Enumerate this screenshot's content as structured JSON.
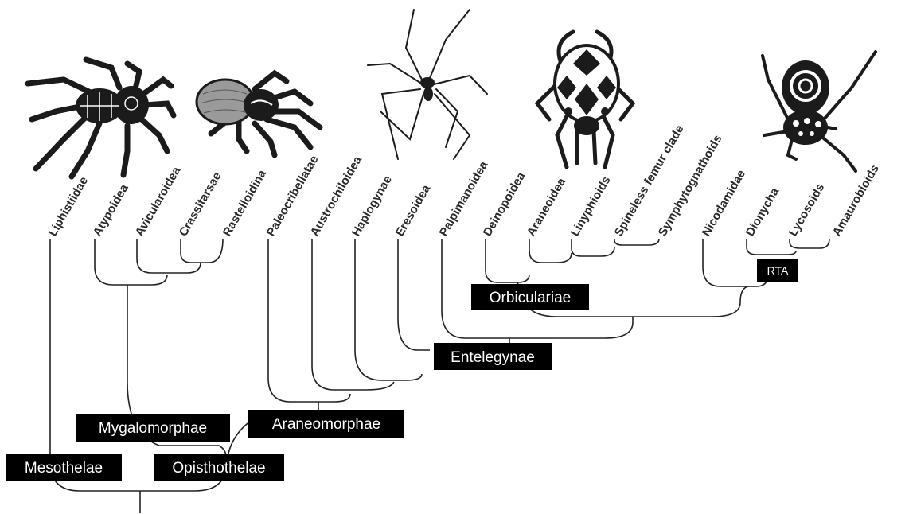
{
  "taxa": [
    "Liphistiidae",
    "Atypoidea",
    "Avicularoidea",
    "Crassitarsae",
    "Rastelloidina",
    "Paleocribellatae",
    "Austrochiloidea",
    "Haplogynae",
    "Eresoidea",
    "Palpimanoidea",
    "Deinopoidea",
    "Araneoidea",
    "Linyphioids",
    "Spineless femur clade",
    "Symphytognathoids",
    "Nicodamidae",
    "Dionycha",
    "Lycosoids",
    "Amaurobioids"
  ],
  "clades": {
    "mesothelae": "Mesothelae",
    "opisthothelae": "Opisthothelae",
    "mygalomorphae": "Mygalomorphae",
    "araneomorphae": "Araneomorphae",
    "entelegynae": "Entelegynae",
    "orbiculariae": "Orbiculariae",
    "rta": "RTA"
  },
  "illustrations": [
    "spider-liphistiid-icon",
    "spider-mygalomorph-icon",
    "spider-haplogyne-icon",
    "spider-orbweaver-icon",
    "spider-jumping-icon"
  ],
  "colors": {
    "line": "#222222",
    "label_box": "#000000",
    "label_text": "#ffffff"
  }
}
